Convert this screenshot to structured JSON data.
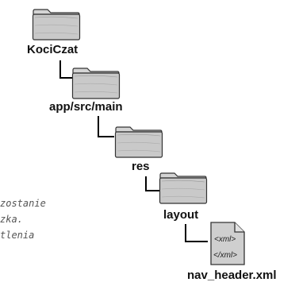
{
  "tree": {
    "items": [
      {
        "label": "KociCzat"
      },
      {
        "label": "app/src/main"
      },
      {
        "label": "res"
      },
      {
        "label": "layout"
      },
      {
        "label": "nav_header.xml",
        "file_lines": [
          "<xml>",
          "</xml>"
        ]
      }
    ]
  },
  "note": {
    "lines": [
      "zostanie",
      "zka.",
      "tlenia"
    ]
  },
  "icons": {
    "folder": "folder-icon",
    "file": "xml-file-icon"
  },
  "colors": {
    "folder_fill": "#c9c9c9",
    "folder_stroke": "#333333",
    "connector": "#000000"
  }
}
